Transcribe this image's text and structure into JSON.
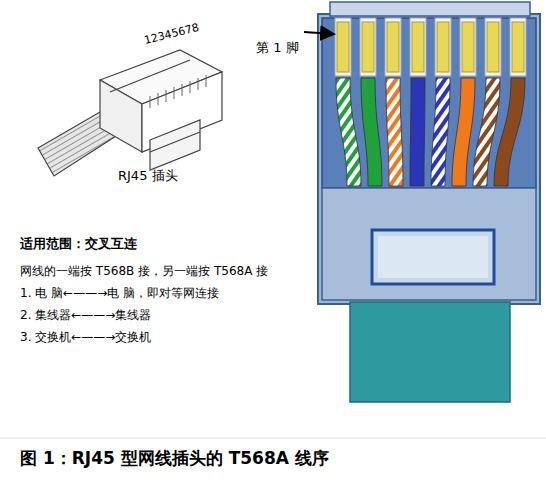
{
  "diagram": {
    "caption": "图 1：RJ45 型网线插头的 T568A 线序",
    "labels": [
      "12345678",
      "RJ45 插头",
      "第 1 脚",
      "适用范围：交叉互连",
      "网线的一端按 T568B 接，另一端按 T568A 接",
      "1. 电 脑←——→电 脑，即对等网连接",
      "2. 集线器←——→集线器",
      "3. 交换机←——→交换机"
    ]
  }
}
